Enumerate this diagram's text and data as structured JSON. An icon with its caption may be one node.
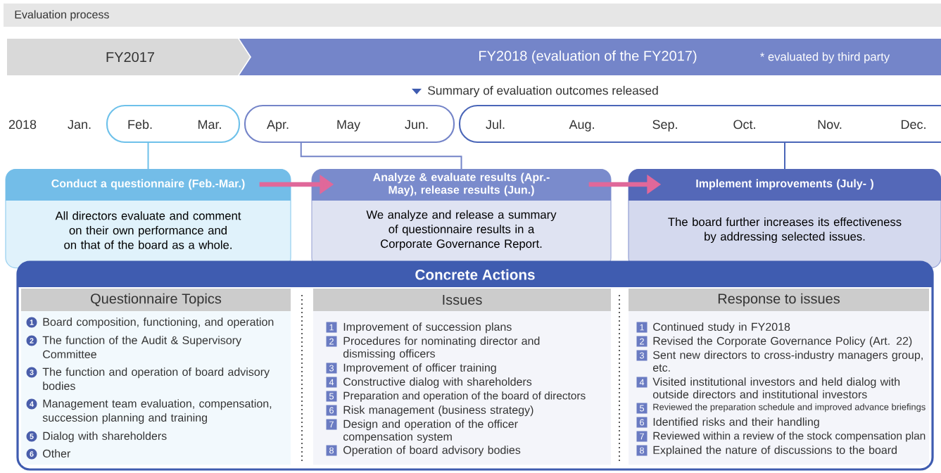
{
  "diagram": {
    "title": "Evaluation process",
    "nodes": [
      {
        "text": [
          "FY2017"
        ]
      },
      {
        "text": [
          "FY2018 (evaluation of the FY2017)",
          "* evaluated by third party"
        ]
      },
      {
        "text": [
          "Feb.",
          "Mar."
        ]
      },
      {
        "text": [
          "Apr.",
          "May",
          "Jun."
        ]
      },
      {
        "text": [
          "Jul.",
          "Aug.",
          "Sep.",
          "Oct.",
          "Nov.",
          "Dec."
        ]
      },
      {
        "text": [
          "Conduct a questionnaire (Feb.-Mar.)",
          "All directors evaluate and comment on their own performance and on that of the board as a whole."
        ]
      },
      {
        "text": [
          "Analyze & evaluate results (Apr.-May), release results (Jun.)",
          "We analyze and release a summary of questionnaire results in a Corporate Governance Report."
        ]
      },
      {
        "text": [
          "Implement improvements (July- )",
          "The board further increases its effectiveness by addressing selected issues."
        ]
      },
      {
        "text": [
          "Concrete Actions"
        ]
      },
      {
        "text": [
          "Questionnaire Topics",
          "Board composition, functioning, and operation",
          "The function of the Audit & Supervisory Committee",
          "The function and operation of board advisory bodies",
          "Management team evaluation, compensation, succession planning and training",
          "Dialog with shareholders",
          "Other"
        ],
        "in": 8
      },
      {
        "text": [
          "Issues",
          "Improvement of succession plans",
          "Procedures for nominating director and dismissing officers",
          "Improvement of officer training",
          "Constructive dialog with shareholders",
          "Preparation and operation of the board of directors",
          "Risk management (business strategy)",
          "Design and operation of the officer compensation system",
          "Operation of board advisory bodies"
        ],
        "in": 8
      },
      {
        "text": [
          "Response to issues",
          "Continued study in FY2018",
          "Revised the Corporate Governance Policy (Art. 22)",
          "Sent new directors to cross-industry managers group, etc.",
          "Visited institutional investors and held dialog with outside directors and institutional investors",
          "Reviewed the preparation schedule and improved advance briefings",
          "Identified risks and their handling",
          "Reviewed within a review of the stock compensation plan",
          "Explained the nature of discussions to the board"
        ],
        "in": 8
      }
    ],
    "edges": [
      {
        "from": 2,
        "to": 5,
        "arrow": "none",
        "color": "#6ec1ea"
      },
      {
        "from": 3,
        "to": 6,
        "arrow": "none",
        "color": "#7484c8"
      },
      {
        "from": 4,
        "to": 7,
        "arrow": "none",
        "color": "#4a66b8"
      },
      {
        "from": 5,
        "to": 6,
        "arrow": "to",
        "style": "thick",
        "color": "#e0689a"
      },
      {
        "from": 6,
        "to": 7,
        "arrow": "to",
        "style": "thick",
        "color": "#e0689a"
      }
    ],
    "labels": [
      "Summary of evaluation outcomes released",
      "2018",
      "Jan.",
      "1",
      "2",
      "3",
      "4",
      "5",
      "6",
      "1",
      "2",
      "3",
      "4",
      "5",
      "6",
      "7",
      "8",
      "1",
      "2",
      "3",
      "4",
      "5",
      "6",
      "7",
      "8"
    ]
  }
}
